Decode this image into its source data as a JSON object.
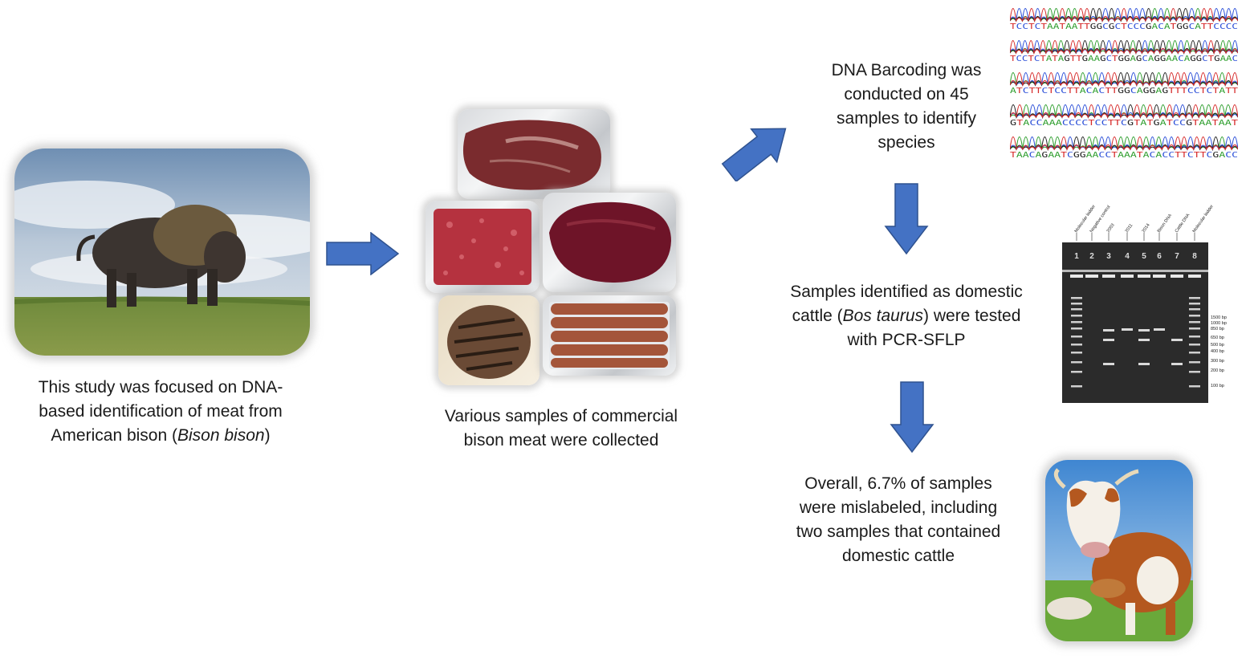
{
  "captions": {
    "bison": {
      "line1": "This study was focused on DNA-",
      "line2": "based identification of meat from",
      "line3_pre": "American bison (",
      "line3_italic": "Bison bison",
      "line3_post": ")"
    },
    "samples": {
      "line1": "Various samples of commercial",
      "line2": "bison meat were collected"
    },
    "barcoding": {
      "line1": "DNA Barcoding was",
      "line2": "conducted on 45",
      "line3": "samples to identify",
      "line4": "species"
    },
    "pcr": {
      "line1": "Samples identified as domestic",
      "line2_pre": "cattle (",
      "line2_italic": "Bos taurus",
      "line2_post": ") were tested",
      "line3": "with PCR-SFLP"
    },
    "overall": {
      "line1": "Overall, 6.7% of samples",
      "line2": "were mislabeled, including",
      "line3": "two samples that contained",
      "line4": "domestic cattle"
    }
  },
  "gel": {
    "lane_labels": [
      "Molecular ladder",
      "Negative control",
      "2003",
      "2011",
      "2014",
      "Bison DNA",
      "Cattle DNA",
      "Molecular ladder"
    ],
    "lane_numbers": [
      "1",
      "2",
      "3",
      "4",
      "5",
      "6",
      "7",
      "8"
    ],
    "size_labels": [
      "1500 bp",
      "1000 bp",
      "850 bp",
      "650 bp",
      "500 bp",
      "400 bp",
      "300 bp",
      "200 bp",
      "100 bp"
    ]
  },
  "chromatogram": {
    "rows": [
      "TCCTCTAATAATTGGCGCTCCCGACATGGCATTCCCC",
      "TCCTCTATAGTTGAAGCTGGAGCAGGAACAGGCTGAAC",
      "ATCTTCTCCTTACACTTGGCAGGAGTTTCCTCTATT",
      "GTACCAAACCCCTCCTTCGTATGATCCGTAATAAT",
      "TAACAGAATCGGAACCTAAATACACCTTCTTCGACC"
    ]
  },
  "colors": {
    "arrow": "#4472c4",
    "arrow_edge": "#2f528f",
    "gel_bg": "#2b2b2b",
    "trace_a": "#2e9e2e",
    "trace_c": "#2b4fd8",
    "trace_g": "#222222",
    "trace_t": "#d62b2b"
  }
}
